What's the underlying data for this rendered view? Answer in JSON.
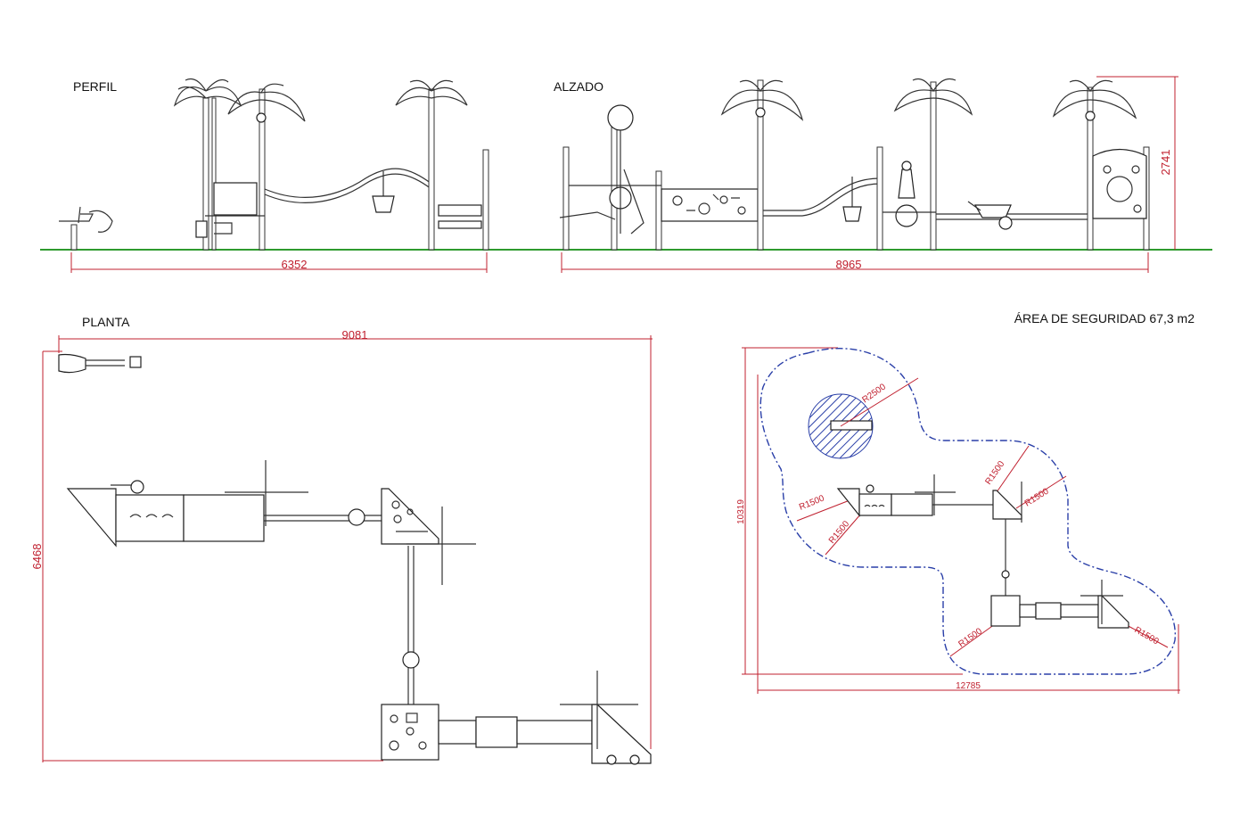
{
  "labels": {
    "profile": "PERFIL",
    "elevation": "ALZADO",
    "plan": "PLANTA",
    "safety_area": "ÁREA DE SEGURIDAD 67,3 m2"
  },
  "dimensions": {
    "profile_width": "6352",
    "elevation_width": "8965",
    "elevation_height": "2741",
    "plan_width": "9081",
    "plan_height": "6468",
    "safety_width": "12785",
    "safety_height": "10319"
  },
  "radii": {
    "r2500": "R2500",
    "r1500": "R1500"
  },
  "colors": {
    "dimension": "#c0202f",
    "ground": "#2e9a2e",
    "safety_outline": "#2a3fa8",
    "ink": "#333333"
  }
}
